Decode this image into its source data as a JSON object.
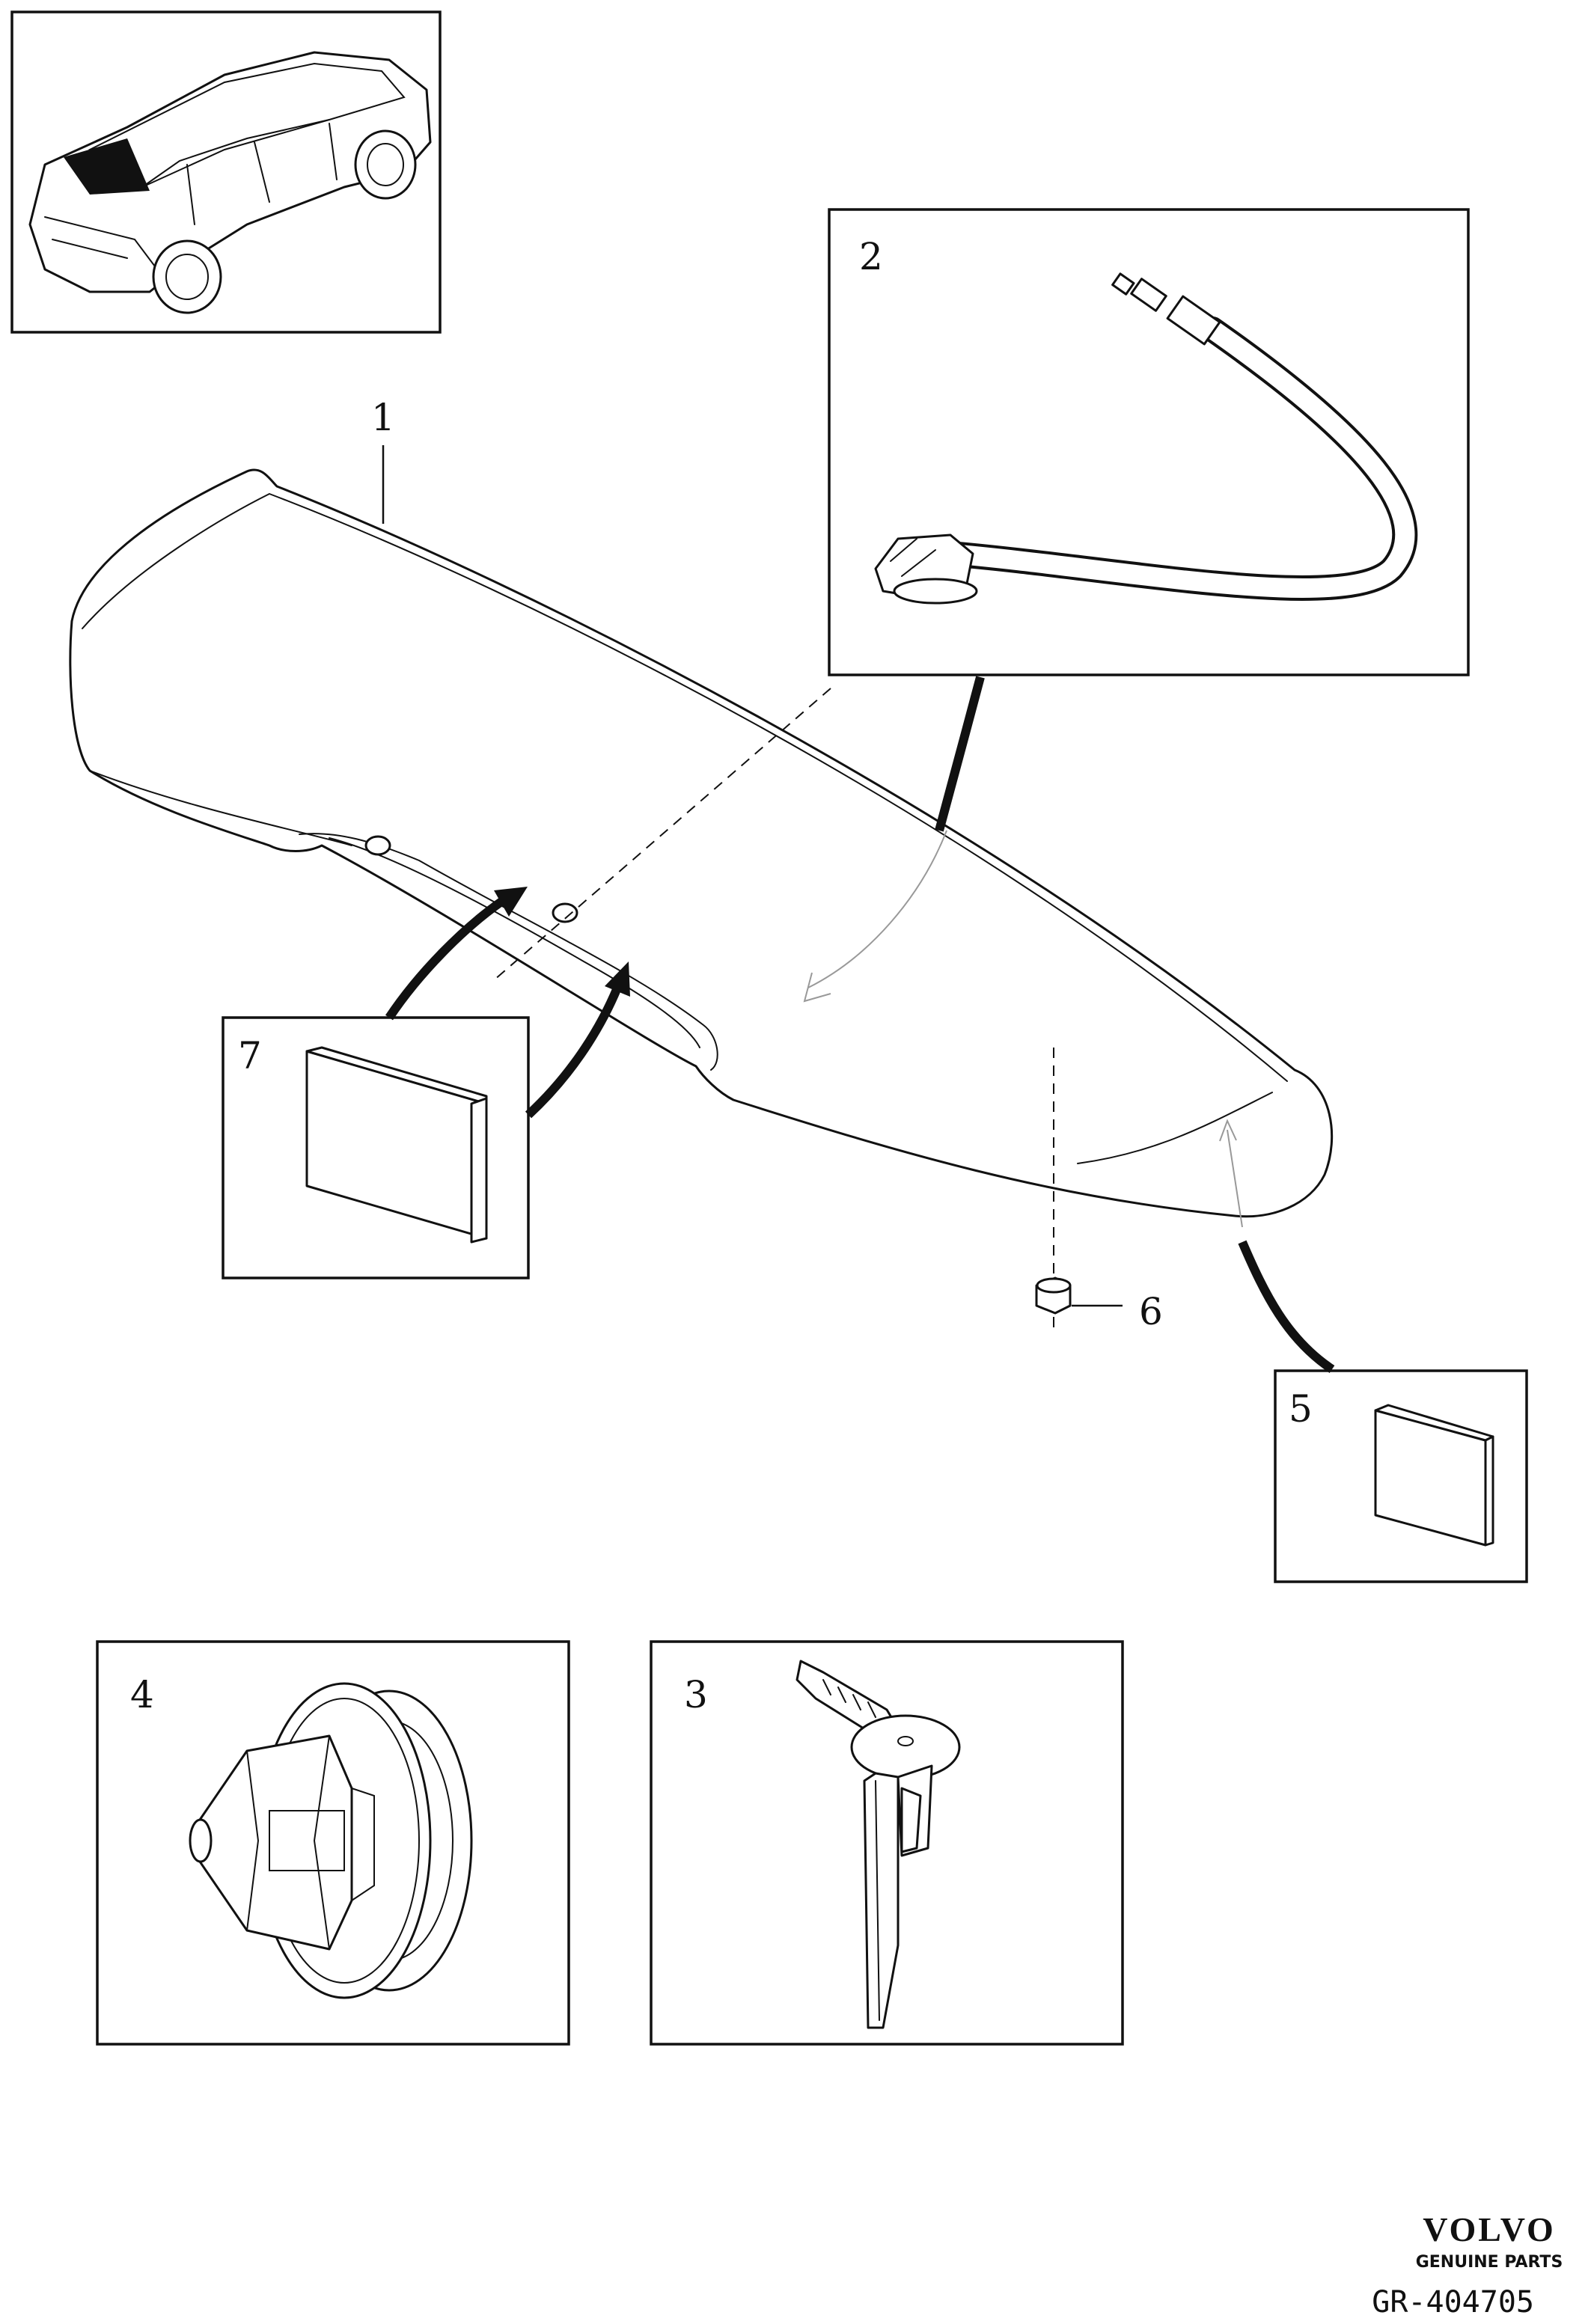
{
  "diagram": {
    "callouts": {
      "spoiler": "1",
      "hose": "2",
      "nozzle": "3",
      "clip": "4",
      "pad_small": "5",
      "nut": "6",
      "pad_large": "7"
    },
    "logo": {
      "brand": "VOLVO",
      "subtitle": "GENUINE PARTS"
    },
    "reference": "GR-404705"
  }
}
